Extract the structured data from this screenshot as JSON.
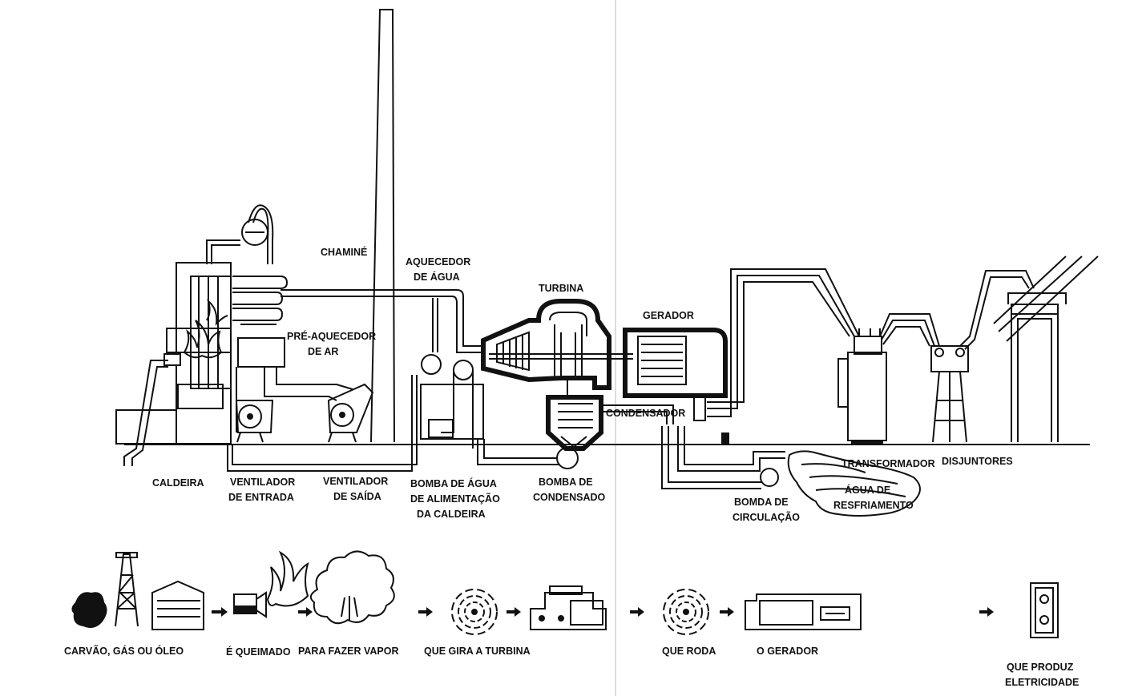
{
  "plant_labels": {
    "chimney": "CHAMINÉ",
    "water_heater": [
      "AQUECEDOR",
      "DE ÁGUA"
    ],
    "turbine": "TURBINA",
    "generator": "GERADOR",
    "air_preheater": [
      "PRÉ-AQUECEDOR",
      "DE AR"
    ],
    "condenser": "CONDENSADOR",
    "boiler": "CALDEIRA",
    "intake_fan": [
      "VENTILADOR",
      "DE ENTRADA"
    ],
    "exhaust_fan": [
      "VENTILADOR",
      "DE SAÍDA"
    ],
    "boiler_feed_pump": [
      "BOMBA DE ÁGUA",
      "DE ALIMENTAÇÃO",
      "DA CALDEIRA"
    ],
    "condensate_pump": [
      "BOMBA DE",
      "CONDENSADO"
    ],
    "circulation_pump": [
      "BOMDA DE",
      "CIRCULAÇÃO"
    ],
    "transformer": "TRANSFORMADOR",
    "breakers": "DISJUNTORES",
    "cooling_water": [
      "ÁGUA DE",
      "RESFRIAMENTO"
    ]
  },
  "process_steps": [
    {
      "label": "CARVÃO, GÁS OU ÓLEO",
      "icon": "fuel-sources-icon"
    },
    {
      "label": "É QUEIMADO",
      "icon": "burner-flame-icon"
    },
    {
      "label": "PARA FAZER VAPOR",
      "icon": "steam-cloud-icon"
    },
    {
      "label": "QUE GIRA A TURBINA",
      "icon": "turbine-icon"
    },
    {
      "label": "QUE RODA",
      "icon": "rotor-icon"
    },
    {
      "label": "O GERADOR",
      "icon": "generator-icon"
    },
    {
      "label": [
        "QUE PRODUZ",
        "ELETRICIDADE"
      ],
      "icon": "power-outlet-icon"
    }
  ]
}
